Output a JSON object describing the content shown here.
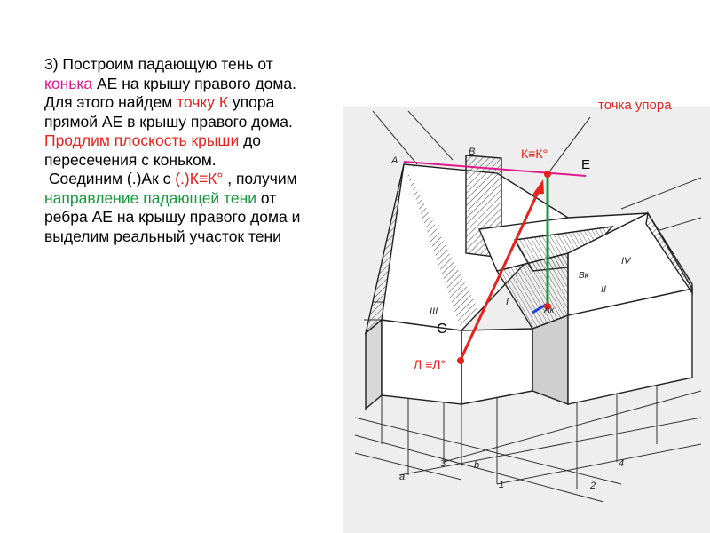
{
  "colors": {
    "red": "#e8221b",
    "pink": "#e0198c",
    "green": "#159a3c",
    "blue": "#1d3fe0",
    "line": "#333333"
  },
  "text": {
    "s1": "3) Построим падающую тень от ",
    "s1_konek": "конька",
    "s1_rest": " АЕ на крышу правого дома.",
    "s2": "Для этого найдем ",
    "s2_point": "точку К",
    "s2_rest": " упора прямой АЕ в крышу правого дома. ",
    "s2_extend": "Продлим плоскость крыши",
    "s2_end": " до пересечения с коньком.",
    "s3": "Соединим (.)Ак с ",
    "s3_point": "(.)К≡К°",
    "s3_mid": " , получим ",
    "s3_dir": "направление падающей  тени",
    "s3_end": " от ребра АЕ на крышу правого дома и выделим реальный участок тени"
  },
  "figure_labels": {
    "stop_point": "точка упора",
    "k": "К≡К°",
    "e": "Е",
    "c": "С",
    "l": "Л ≡Л°",
    "a": "A",
    "b": "B",
    "ak": "Aк",
    "bk": "Bк",
    "roman": [
      "I",
      "II",
      "III",
      "IV"
    ],
    "axis_marks": [
      "a",
      "3",
      "b",
      "1",
      "2",
      "4"
    ]
  }
}
